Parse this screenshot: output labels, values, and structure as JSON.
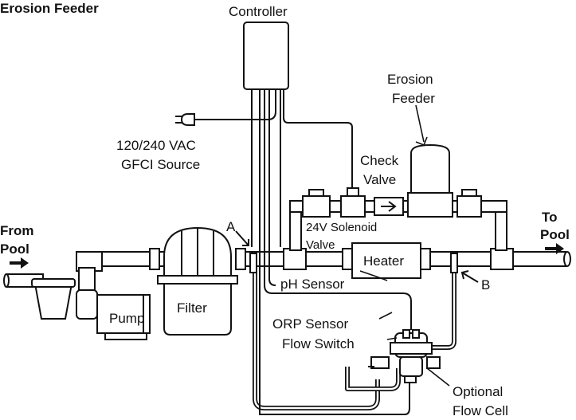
{
  "title": "Erosion Feeder",
  "labels": {
    "controller": "Controller",
    "power_line1": "120/240 VAC",
    "power_line2": "GFCI Source",
    "erosion_feeder_line1": "Erosion",
    "erosion_feeder_line2": "Feeder",
    "check_valve_line1": "Check",
    "check_valve_line2": "Valve",
    "solenoid_line1": "24V Solenoid",
    "solenoid_line2": "Valve",
    "from_pool_line1": "From",
    "from_pool_line2": "Pool",
    "to_pool_line1": "To",
    "to_pool_line2": "Pool",
    "pump": "Pump",
    "filter": "Filter",
    "heater": "Heater",
    "point_a": "A",
    "point_b": "B",
    "ph_sensor": "pH Sensor",
    "orp_sensor": "ORP Sensor",
    "flow_switch": "Flow Switch",
    "flow_cell_line1": "Optional",
    "flow_cell_line2": "Flow Cell"
  },
  "colors": {
    "line": "#111111",
    "background": "#ffffff"
  },
  "icons": [
    "plug-icon",
    "flow-arrow-icon",
    "pointer-arrow-icon"
  ]
}
